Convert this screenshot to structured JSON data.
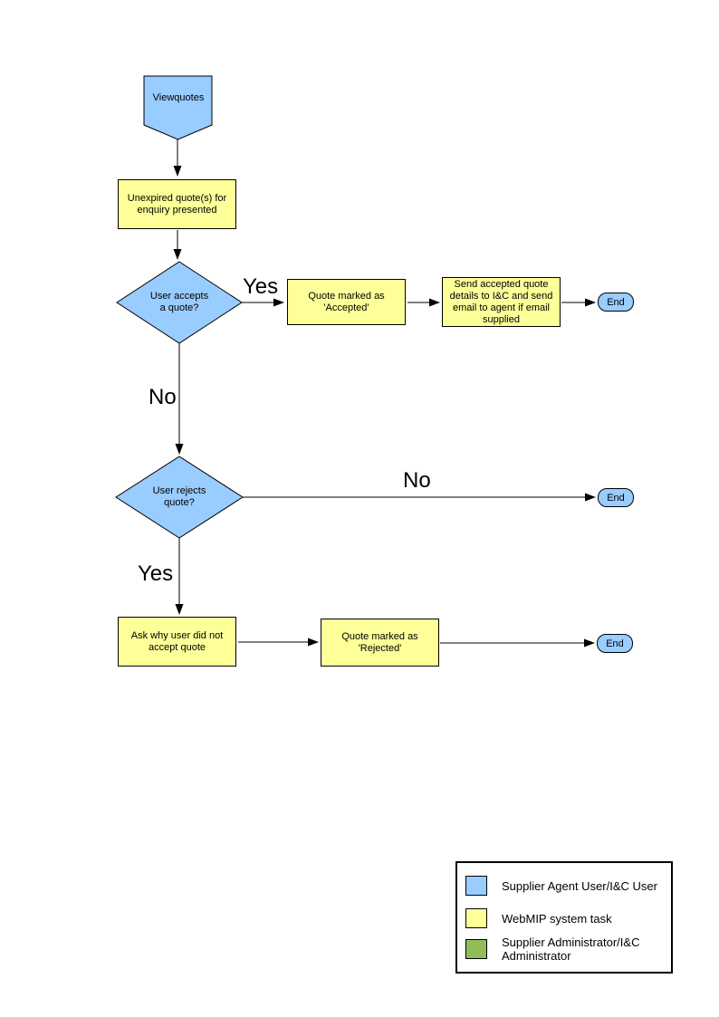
{
  "colors": {
    "user_shape_fill": "#99CCFF",
    "system_task_fill": "#FFFF99",
    "admin_fill": "#92BD56",
    "outline": "#000000",
    "background": "#FFFFFF"
  },
  "flowchart": {
    "start": "Viewquotes",
    "steps": {
      "unexpired_quotes": "Unexpired quote(s) for enquiry presented",
      "user_accepts": "User accepts a quote?",
      "marked_accepted": "Quote marked as 'Accepted'",
      "send_details": "Send accepted quote details to I&C and send email to agent if email supplied",
      "user_rejects": "User rejects quote?",
      "ask_why": "Ask why user did not accept quote",
      "marked_rejected": "Quote marked as 'Rejected'"
    },
    "end_label": "End",
    "branch_labels": {
      "accept_yes": "Yes",
      "accept_no": "No",
      "reject_no": "No",
      "reject_yes": "Yes"
    }
  },
  "legend": {
    "items": [
      {
        "swatch_color": "#99CCFF",
        "label": "Supplier Agent User/I&C User"
      },
      {
        "swatch_color": "#FFFF99",
        "label": "WebMIP system task"
      },
      {
        "swatch_color": "#92BD56",
        "label": "Supplier Administrator/I&C Administrator"
      }
    ]
  }
}
